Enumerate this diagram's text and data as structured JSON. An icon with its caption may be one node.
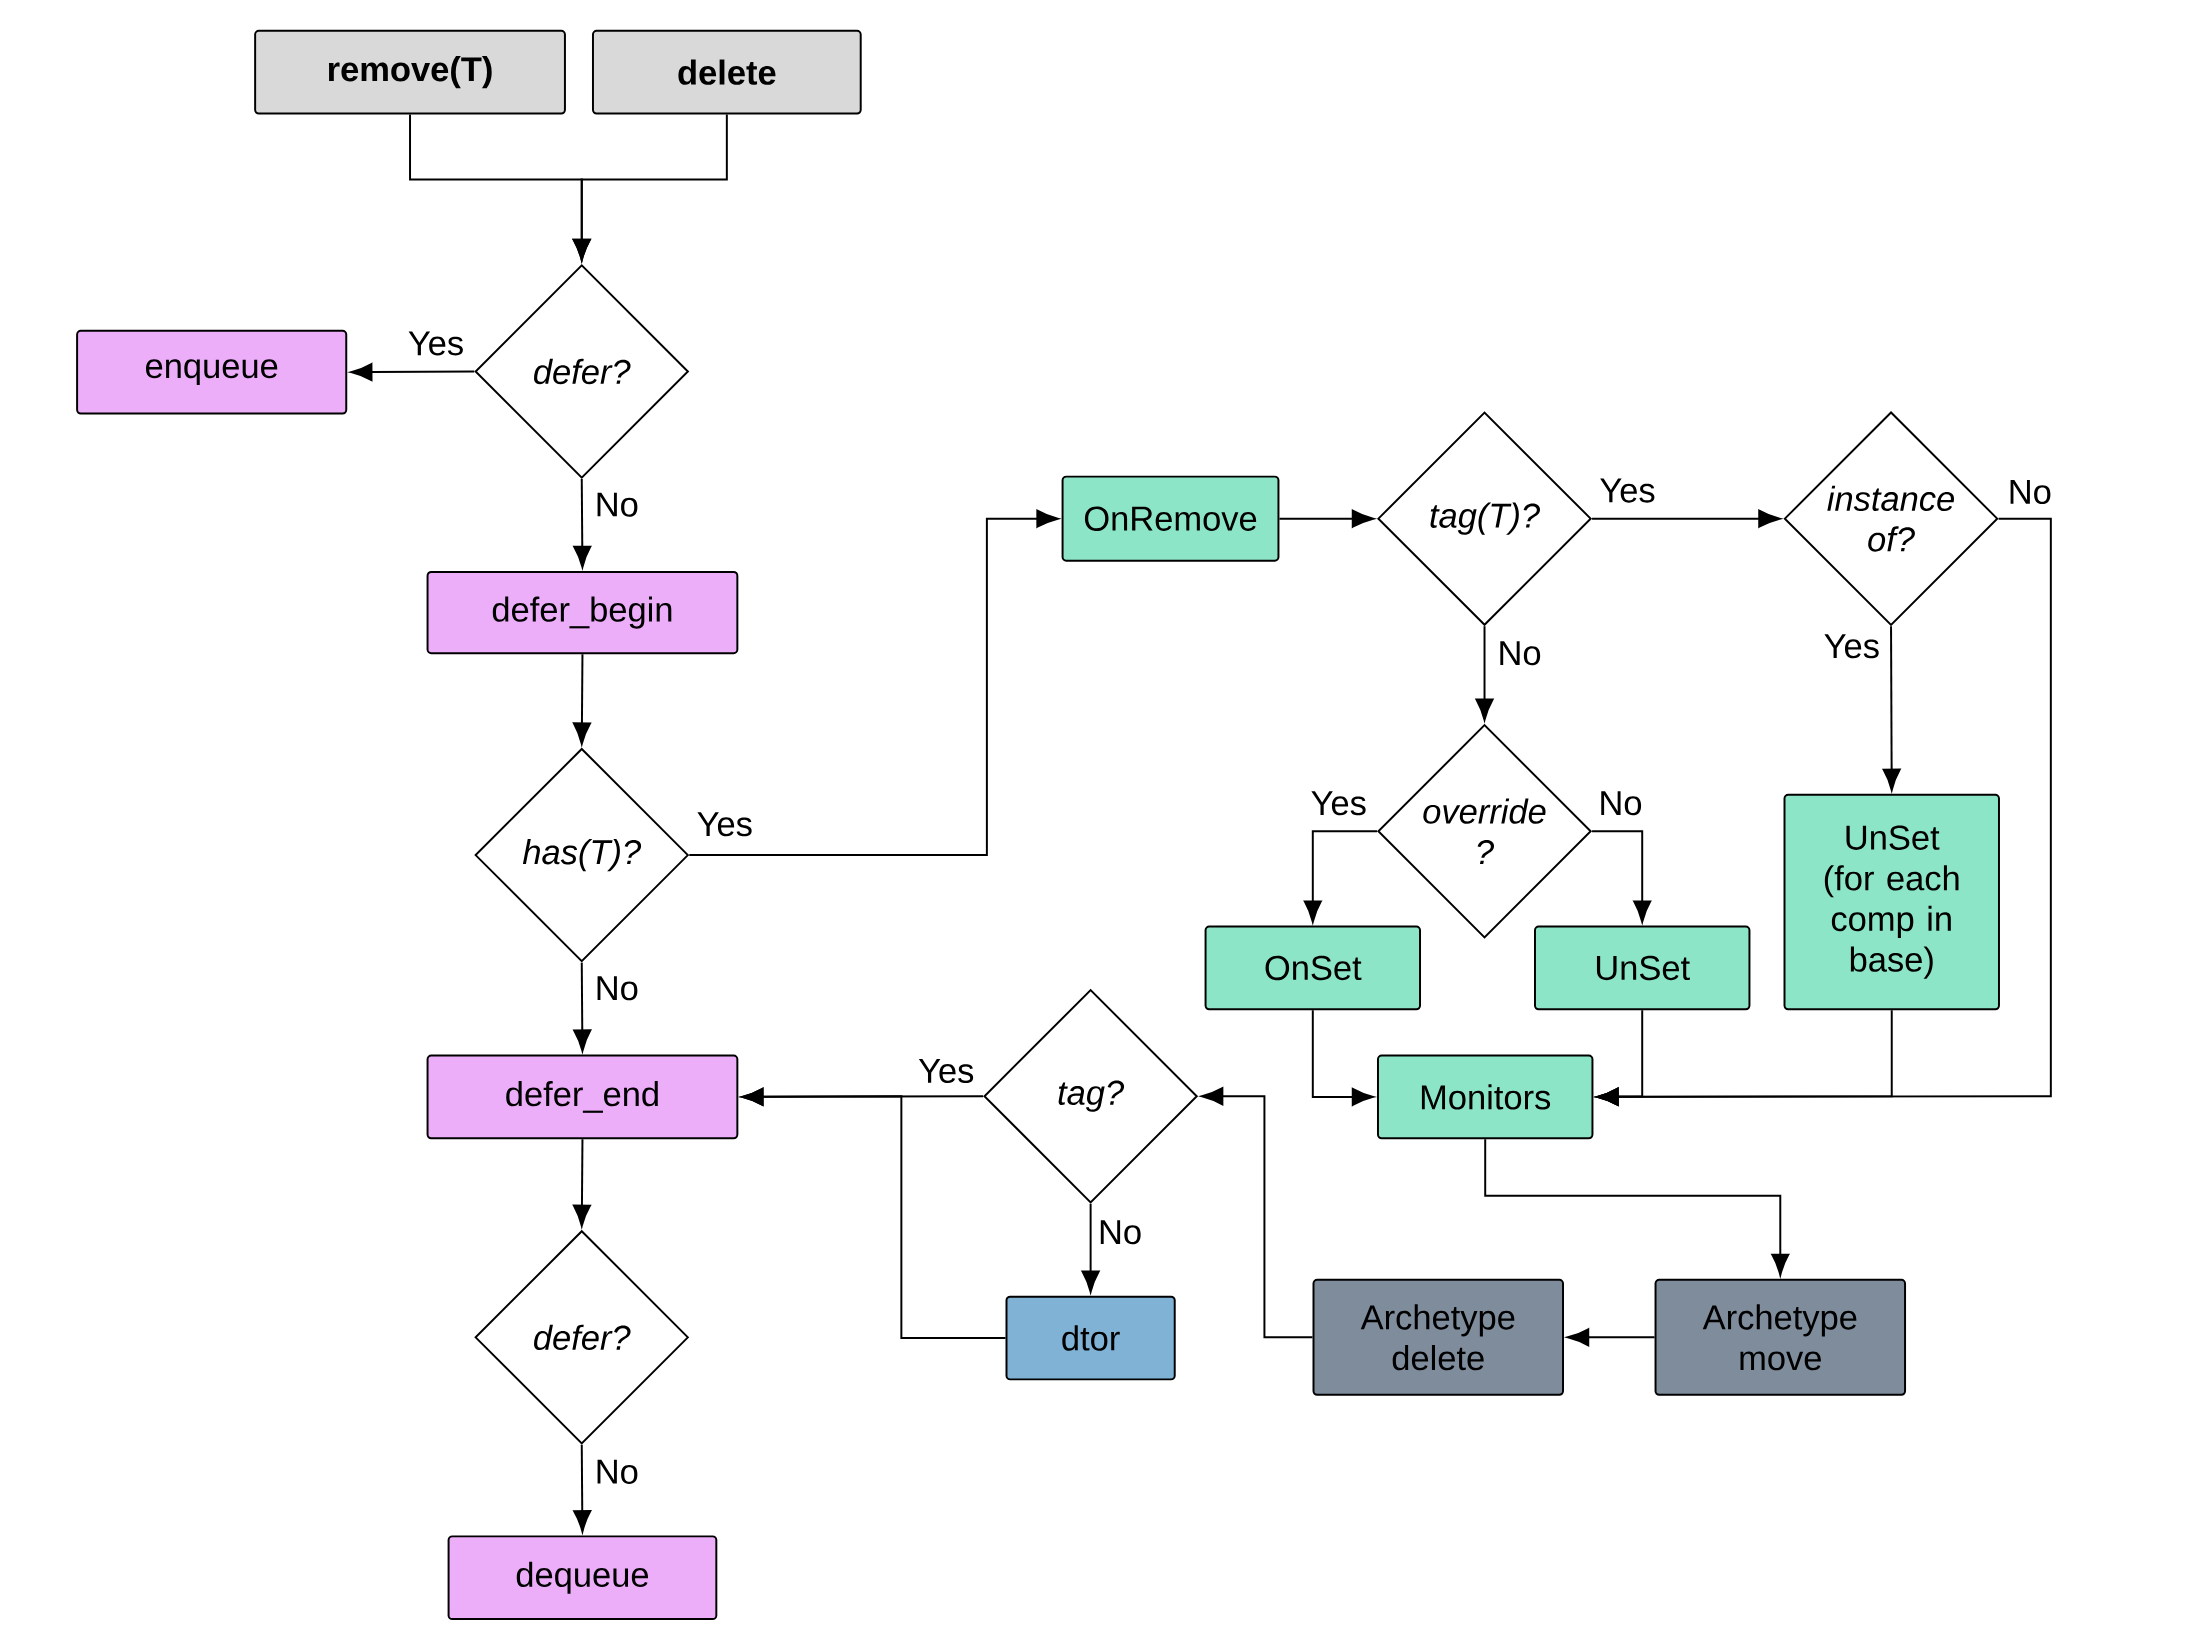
{
  "diagram": {
    "nodes": [
      {
        "text": [
          "remove(T)"
        ]
      },
      {
        "text": [
          "delete"
        ]
      },
      {
        "text": [
          "defer?"
        ]
      },
      {
        "text": [
          "enqueue"
        ]
      },
      {
        "text": [
          "defer_begin"
        ]
      },
      {
        "text": [
          "has(T)?"
        ]
      },
      {
        "text": [
          "OnRemove"
        ]
      },
      {
        "text": [
          "tag(T)?"
        ]
      },
      {
        "text": [
          "instance of?"
        ]
      },
      {
        "text": [
          "override ?"
        ]
      },
      {
        "text": [
          "OnSet"
        ]
      },
      {
        "text": [
          "UnSet"
        ]
      },
      {
        "text": [
          "UnSet (for each comp in base)"
        ]
      },
      {
        "text": [
          "defer_end"
        ]
      },
      {
        "text": [
          "tag?"
        ]
      },
      {
        "text": [
          "Monitors"
        ]
      },
      {
        "text": [
          "defer?"
        ]
      },
      {
        "text": [
          "dtor"
        ]
      },
      {
        "text": [
          "Archetype delete"
        ]
      },
      {
        "text": [
          "Archetype move"
        ]
      },
      {
        "text": [
          "dequeue"
        ]
      }
    ],
    "edges": [
      {
        "from": 0,
        "to": 2,
        "arrow": "to"
      },
      {
        "from": 1,
        "to": 2,
        "arrow": "to"
      },
      {
        "from": 2,
        "to": 3,
        "arrow": "to",
        "label": "Yes"
      },
      {
        "from": 2,
        "to": 4,
        "arrow": "to",
        "label": "No"
      },
      {
        "from": 4,
        "to": 5,
        "arrow": "to"
      },
      {
        "from": 5,
        "to": 6,
        "arrow": "to",
        "label": "Yes"
      },
      {
        "from": 5,
        "to": 13,
        "arrow": "to",
        "label": "No"
      },
      {
        "from": 6,
        "to": 7,
        "arrow": "to"
      },
      {
        "from": 7,
        "to": 8,
        "arrow": "to",
        "label": "Yes"
      },
      {
        "from": 7,
        "to": 9,
        "arrow": "to",
        "label": "No"
      },
      {
        "from": 8,
        "to": 15,
        "arrow": "to",
        "label": "No"
      },
      {
        "from": 8,
        "to": 12,
        "arrow": "to",
        "label": "Yes"
      },
      {
        "from": 9,
        "to": 10,
        "arrow": "to",
        "label": "Yes"
      },
      {
        "from": 9,
        "to": 11,
        "arrow": "to",
        "label": "No"
      },
      {
        "from": 10,
        "to": 15,
        "arrow": "to"
      },
      {
        "from": 11,
        "to": 15,
        "arrow": "to"
      },
      {
        "from": 12,
        "to": 15,
        "arrow": "to"
      },
      {
        "from": 15,
        "to": 19,
        "arrow": "to"
      },
      {
        "from": 19,
        "to": 18,
        "arrow": "to"
      },
      {
        "from": 18,
        "to": 14,
        "arrow": "to"
      },
      {
        "from": 14,
        "to": 13,
        "arrow": "to",
        "label": "Yes"
      },
      {
        "from": 14,
        "to": 17,
        "arrow": "to",
        "label": "No"
      },
      {
        "from": 17,
        "to": 13,
        "arrow": "to"
      },
      {
        "from": 13,
        "to": 16,
        "arrow": "to"
      },
      {
        "from": 16,
        "to": 20,
        "arrow": "to",
        "label": "No"
      }
    ]
  }
}
